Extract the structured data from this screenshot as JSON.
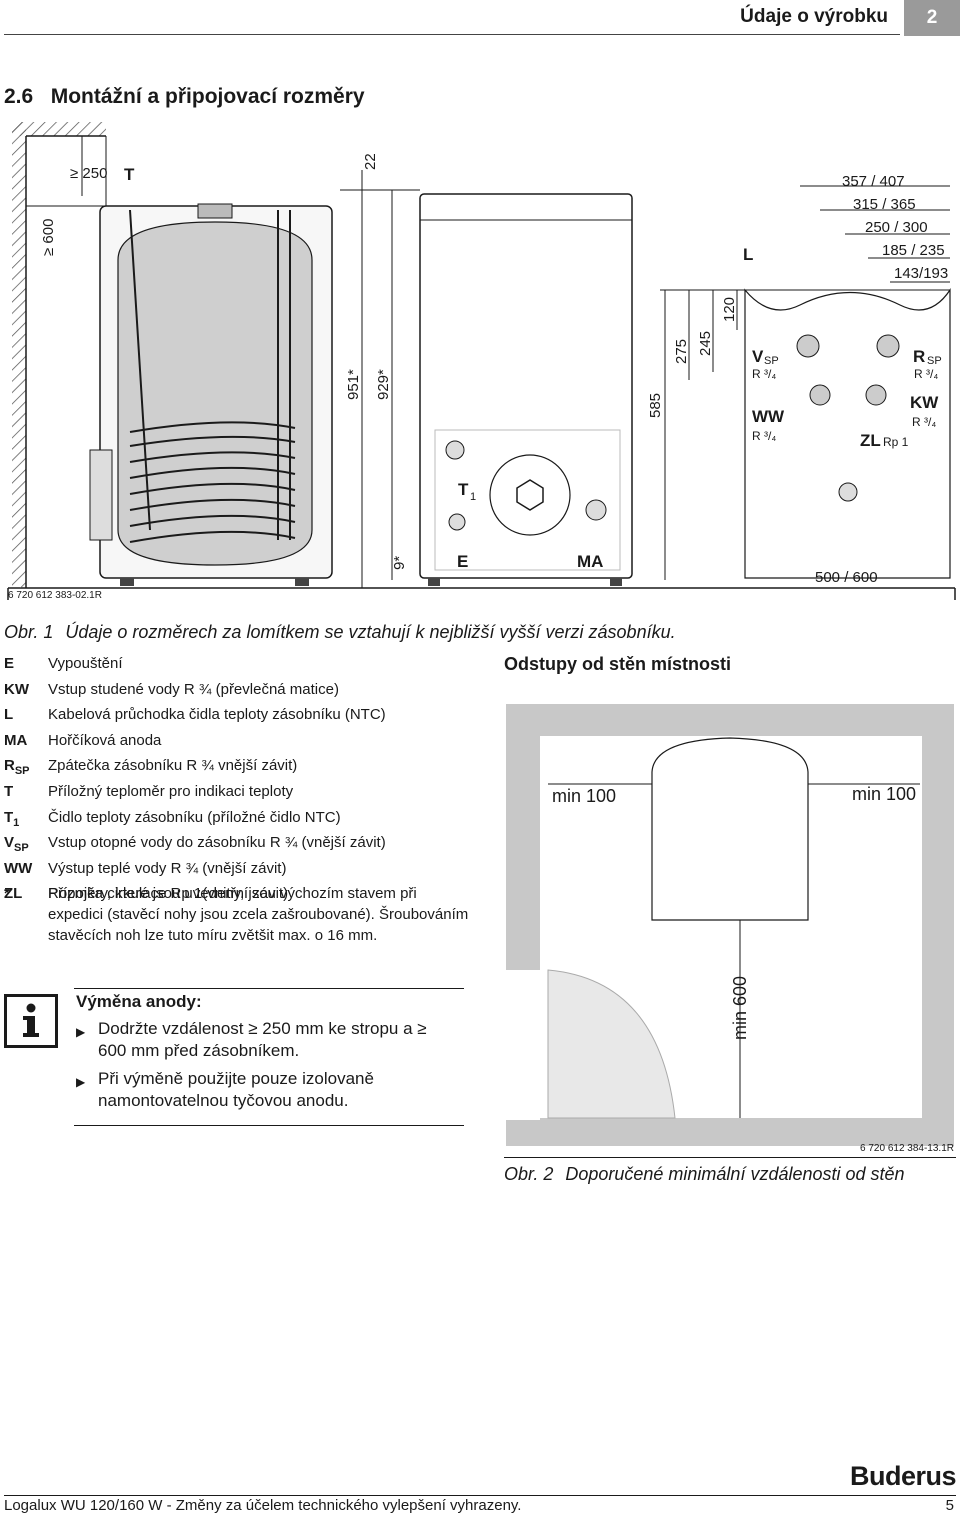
{
  "header": {
    "title": "Údaje o výrobku",
    "chapter": "2"
  },
  "section": {
    "title": "2.6   Montážní a připojovací rozměry"
  },
  "figure1": {
    "code": "6 720 612 383-02.1R",
    "caption_num": "Obr. 1",
    "caption_text": "Údaje o rozměrech za lomítkem se vztahují k nejbližší vyšší verzi zásobníku.",
    "dims": {
      "wall_distance": "≥ 600",
      "ceiling_distance": "≥ 250",
      "T": "T",
      "d22": "22",
      "d951": "951*",
      "d929": "929*",
      "d9": "9*",
      "d585": "585",
      "d275": "275",
      "d245": "245",
      "d120": "120",
      "d357": "357 / 407",
      "d315": "315 / 365",
      "d250": "250 / 300",
      "d185": "185 / 235",
      "d143": "143/193",
      "width": "500 / 600",
      "L": "L",
      "VSP": "V",
      "VSP_sub": "SP",
      "VSP_thread": "R ³/₄",
      "WW": "WW",
      "WW_thread": "R ³/₄",
      "RSP": "R",
      "RSP_sub": "SP",
      "RSP_thread": "R ³/₄",
      "KW": "KW",
      "KW_thread": "R ³/₄",
      "ZL": "ZL",
      "ZL_thread": "Rp 1",
      "T1": "T",
      "T1_sub": "1",
      "E": "E",
      "MA": "MA"
    }
  },
  "legend": [
    {
      "code": "E",
      "sub": "",
      "desc": "Vypouštění"
    },
    {
      "code": "KW",
      "sub": "",
      "desc": "Vstup studené vody R ¾ (převlečná matice)"
    },
    {
      "code": "L",
      "sub": "",
      "desc": "Kabelová průchodka čidla teploty zásobníku (NTC)"
    },
    {
      "code": "MA",
      "sub": "",
      "desc": "Hořčíková anoda"
    },
    {
      "code": "R",
      "sub": "SP",
      "desc": "Zpátečka zásobníku R ¾ vnější závit)"
    },
    {
      "code": "T",
      "sub": "",
      "desc": "Příložný teploměr pro indikaci teploty"
    },
    {
      "code": "T",
      "sub": "1",
      "desc": "Čidlo teploty zásobníku (příložné čidlo NTC)"
    },
    {
      "code": "V",
      "sub": "SP",
      "desc": "Vstup otopné vody do zásobníku R ¾ (vnější závit)"
    },
    {
      "code": "WW",
      "sub": "",
      "desc": "Výstup teplé vody R ¾ (vnější závit)"
    },
    {
      "code": "ZL",
      "sub": "",
      "desc": "Přípojka cirkulace Rp 1(vnitřní závit)"
    }
  ],
  "footnote": {
    "star": "*",
    "text": "Rozměry, které jsou uvedeny, jsou výchozím stavem při expedici (stavěcí nohy jsou zcela zašroubované). Šroubováním stavěcích noh lze tuto míru zvětšit max. o 16 mm."
  },
  "info": {
    "icon": "info-icon",
    "heading": "Výměna anody:",
    "bullets": [
      "Dodržte vzdálenost ≥ 250 mm ke stropu a ≥ 600 mm před zásobníkem.",
      "Při výměně použijte pouze izolovaně namontovatelnou tyčovou anodu."
    ]
  },
  "figure2": {
    "title": "Odstupy od stěn místnosti",
    "min_left": "min 100",
    "min_right": "min 100",
    "min_front": "min 600",
    "code": "6 720 612 384-13.1R",
    "caption_num": "Obr. 2",
    "caption_text": "Doporučené minimální vzdálenosti od stěn"
  },
  "footer": {
    "text": "Logalux WU 120/160 W - Změny za účelem technického vylepšení vyhrazeny.",
    "page": "5",
    "brand": "Buderus"
  }
}
